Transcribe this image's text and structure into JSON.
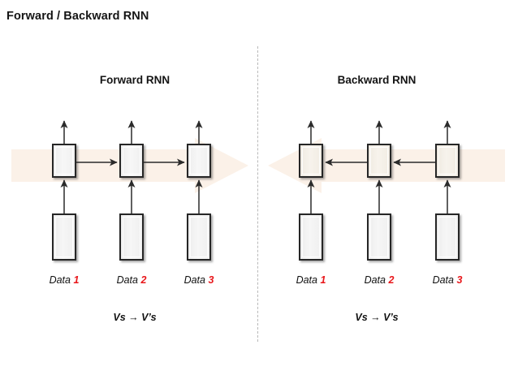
{
  "slide": {
    "title": "Forward / Backward RNN",
    "background_color": "#ffffff"
  },
  "divider": {
    "style": "dashed",
    "color": "#b9b9b9"
  },
  "colors": {
    "accent_red": "#e8161a",
    "text": "#151515",
    "box_border": "#262626",
    "forward_box_fill": "#f2f2f2",
    "backward_box_fill": "#f3efe8",
    "bg_arrow_fill": "#fbf1e8"
  },
  "panels": [
    {
      "id": "forward",
      "heading": "Forward RNN",
      "direction": "left-to-right",
      "caption": "Vs → V’s",
      "hidden_units": [
        {
          "label": ""
        },
        {
          "label": ""
        },
        {
          "label": ""
        }
      ],
      "input_units": [
        {
          "label": ""
        },
        {
          "label": ""
        },
        {
          "label": ""
        }
      ],
      "data_labels": [
        {
          "text": "Data ",
          "index": "1"
        },
        {
          "text": "Data ",
          "index": "2"
        },
        {
          "text": "Data ",
          "index": "3"
        }
      ]
    },
    {
      "id": "backward",
      "heading": "Backward RNN",
      "direction": "right-to-left",
      "caption": "Vs → V’s",
      "hidden_units": [
        {
          "label": ""
        },
        {
          "label": ""
        },
        {
          "label": ""
        }
      ],
      "input_units": [
        {
          "label": ""
        },
        {
          "label": ""
        },
        {
          "label": ""
        }
      ],
      "data_labels": [
        {
          "text": "Data ",
          "index": "1"
        },
        {
          "text": "Data ",
          "index": "2"
        },
        {
          "text": "Data ",
          "index": "3"
        }
      ]
    }
  ]
}
